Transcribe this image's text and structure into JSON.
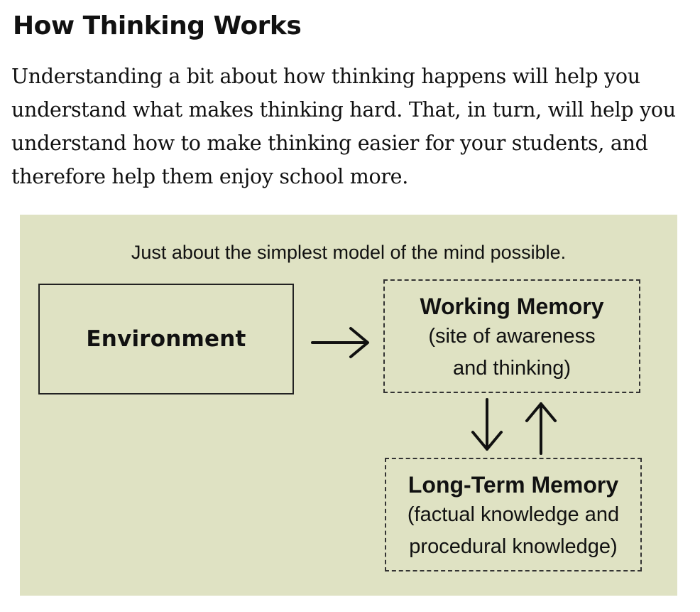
{
  "heading": "How Thinking Works",
  "intro": "Understanding a bit about how thinking happens will help you understand what makes thinking hard. That, in turn, will help you understand how to make thinking easier for your students, and therefore help them enjoy school more.",
  "figure": {
    "caption": "Just about the simplest model of the mind possible.",
    "background_color": "#dfe2c3",
    "environment": {
      "label": "Environment"
    },
    "working_memory": {
      "title": "Working Memory",
      "subtitle_line1": "(site of awareness",
      "subtitle_line2": "and thinking)"
    },
    "long_term_memory": {
      "title": "Long-Term Memory",
      "subtitle_line1": "(factual knowledge and",
      "subtitle_line2": "procedural knowledge)"
    },
    "arrows": [
      {
        "from": "Environment",
        "to": "Working Memory"
      },
      {
        "from": "Working Memory",
        "to": "Long-Term Memory"
      },
      {
        "from": "Long-Term Memory",
        "to": "Working Memory"
      }
    ]
  }
}
